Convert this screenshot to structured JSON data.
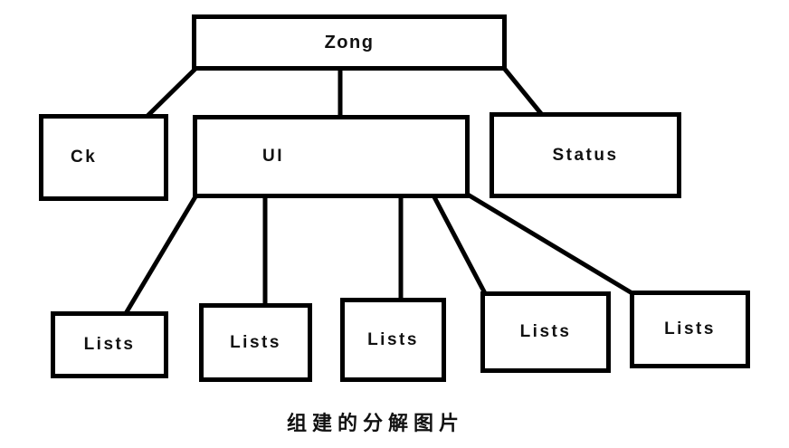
{
  "canvas": {
    "background": "#ffffff",
    "line_color": "#000000",
    "text_color": "#111111"
  },
  "nodes": {
    "zong": {
      "label": "Zong"
    },
    "ck": {
      "label": "Ck"
    },
    "ui": {
      "label": "UI"
    },
    "status": {
      "label": "Status"
    },
    "lists": [
      {
        "label": "Lists"
      },
      {
        "label": "Lists"
      },
      {
        "label": "Lists"
      },
      {
        "label": "Lists"
      },
      {
        "label": "Lists"
      }
    ]
  },
  "edges": [
    {
      "from": "zong",
      "to": "ck"
    },
    {
      "from": "zong",
      "to": "ui"
    },
    {
      "from": "zong",
      "to": "status"
    },
    {
      "from": "ui",
      "to": "lists-1"
    },
    {
      "from": "ui",
      "to": "lists-2"
    },
    {
      "from": "ui",
      "to": "lists-3"
    },
    {
      "from": "ui",
      "to": "lists-4"
    },
    {
      "from": "ui",
      "to": "lists-5"
    }
  ],
  "caption": "组建的分解图片"
}
